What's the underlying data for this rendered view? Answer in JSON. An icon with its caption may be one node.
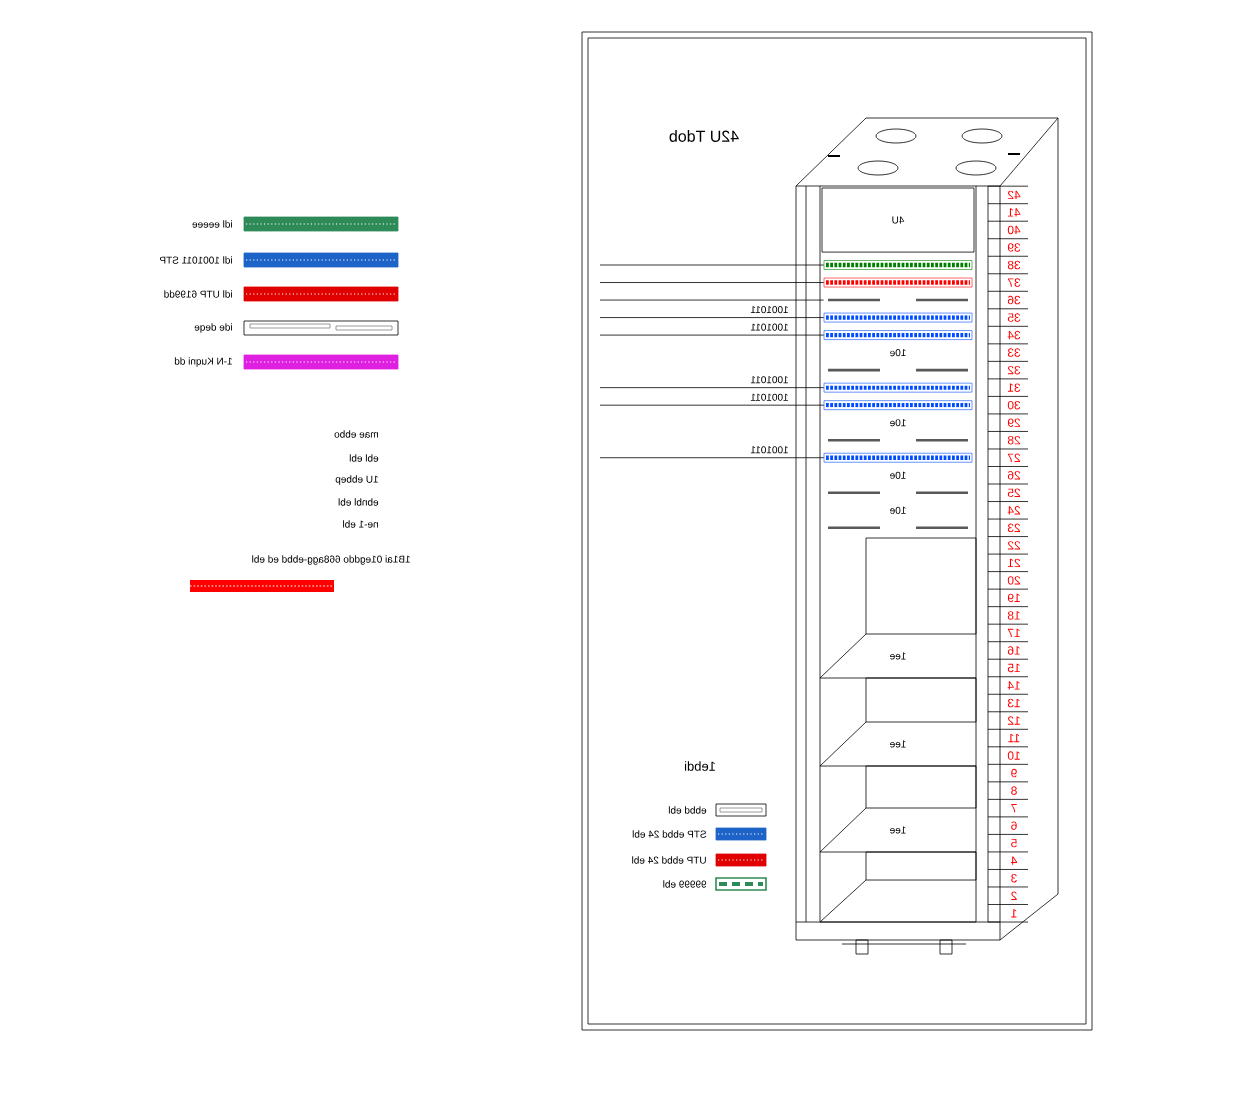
{
  "diagram": {
    "title": "42U Tdob",
    "nodes": [
      {
        "text": [
          "4U"
        ]
      },
      {
        "text": [],
        "shape": "bar"
      },
      {
        "text": [],
        "shape": "bar"
      },
      {
        "text": [],
        "shape": "bar"
      },
      {
        "text": [],
        "shape": "bar"
      },
      {
        "text": [],
        "shape": "bar"
      },
      {
        "text": [
          "10e"
        ]
      },
      {
        "text": [],
        "shape": "bar"
      },
      {
        "text": [],
        "shape": "bar"
      },
      {
        "text": [],
        "shape": "bar"
      },
      {
        "text": [
          "10e"
        ]
      },
      {
        "text": [],
        "shape": "bar"
      },
      {
        "text": [],
        "shape": "bar"
      },
      {
        "text": [
          "10e"
        ]
      },
      {
        "text": [],
        "shape": "bar"
      },
      {
        "text": [
          "10e"
        ]
      },
      {
        "text": [],
        "shape": "bar"
      },
      {
        "text": [
          "1ee"
        ]
      },
      {
        "text": [
          "1ee"
        ]
      },
      {
        "text": [
          "1ee"
        ]
      }
    ],
    "edges": [
      {
        "from": null,
        "to": 1,
        "arrow": "none"
      },
      {
        "from": null,
        "to": 2,
        "arrow": "none"
      },
      {
        "from": null,
        "to": 3,
        "arrow": "none"
      },
      {
        "from": null,
        "to": 4,
        "arrow": "none",
        "label": "1001011"
      },
      {
        "from": null,
        "to": 5,
        "arrow": "none",
        "label": "1001011"
      },
      {
        "from": null,
        "to": 8,
        "arrow": "none",
        "label": "1001011"
      },
      {
        "from": null,
        "to": 9,
        "arrow": "none",
        "label": "1001011"
      },
      {
        "from": null,
        "to": 12,
        "arrow": "none",
        "label": "1001011"
      }
    ],
    "labels": [
      "mae ebbo",
      "ebl  ebl",
      "1U ebbep",
      "ebnbl ebl",
      "ne-1 ebl",
      "1B1ai 01egddo 668agg-ebbd ed ebl",
      "42",
      "41",
      "40",
      "39",
      "38",
      "37",
      "36",
      "35",
      "34",
      "33",
      "32",
      "31",
      "30",
      "29",
      "28",
      "27",
      "26",
      "25",
      "24",
      "23",
      "22",
      "21",
      "20",
      "19",
      "18",
      "17",
      "16",
      "15",
      "14",
      "13",
      "12",
      "11",
      "10",
      "9",
      "8",
      "7",
      "6",
      "5",
      "4",
      "3",
      "2",
      "1",
      "1ebdi"
    ],
    "legend": [
      {
        "text": "idl eeeee",
        "color": "#2e8b57"
      },
      {
        "text": "idl 1001011 STP",
        "color": "#1e64c8"
      },
      {
        "text": "idl UTP 6199dd",
        "color": "#e00000"
      },
      {
        "text": "ide deqe"
      },
      {
        "text": "1-N Kuqni dd",
        "color": "#e020e0"
      },
      {
        "text": "ebbd ebl"
      },
      {
        "text": "STP ebbd 24 ebl",
        "color": "#1e64c8"
      },
      {
        "text": "UTP ebbd 24 ebl",
        "color": "#e00000"
      },
      {
        "text": "99999 ebl",
        "color": "#2e8b57"
      }
    ]
  }
}
